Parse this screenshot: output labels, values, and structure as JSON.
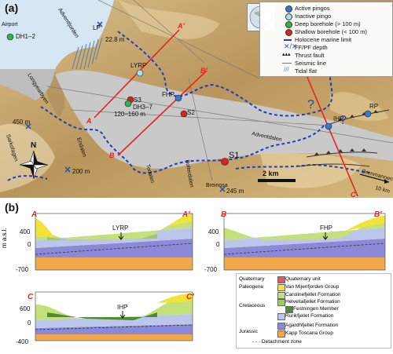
{
  "panel_a": {
    "letter": "(a)",
    "places": {
      "airport": "Airport",
      "adventfjorden": "Adventfjorden",
      "longyearbyen": "Longyearbyen",
      "adventdalen": "Adventdalen",
      "sarkofagen": "Sarkofagen",
      "endalen": "Endalen",
      "todalen": "Todalen",
      "bolterdalen": "Bolterdalen",
      "breinosa": "Breinosa",
      "drenmannen": "Drenmannen"
    },
    "sites": {
      "dh12": "DH1–2",
      "lp": "LP",
      "lp_depth": "22.8 m",
      "lyrp": "LYRP",
      "s3": "S3",
      "dh37": "DH3–7",
      "depth_120_160": "120–160 m",
      "fhp": "FHP",
      "s2": "S2",
      "s1": "S1",
      "ihp": "IHP",
      "rp": "RP",
      "depth_450": "450 m",
      "depth_200": "200 m",
      "depth_245": "245 m"
    },
    "profile_ends": {
      "a": "A",
      "a_prime": "A′",
      "b": "B",
      "b_prime": "B′",
      "c": "C",
      "c_prime": "C′"
    },
    "unknown_mark": "?",
    "north": "N",
    "scale": "2 km",
    "distance_note": "10 km",
    "colors": {
      "active": "#3a78c9",
      "inactive": "#a8e0f0",
      "deep": "#2fb24a",
      "shallow": "#d8241f",
      "marine_limit": "#1f3fbf",
      "seismic": "#7a7a7a",
      "profile": "#e8241c",
      "sea": "#d6e6f2",
      "valley": "#c9c9c9",
      "terrain": "#c7a772"
    }
  },
  "legend": {
    "items": [
      {
        "symbol": "active-pingo",
        "label": "Active pingos"
      },
      {
        "symbol": "inactive-pingo",
        "label": "Inactive pingo"
      },
      {
        "symbol": "deep-borehole",
        "label": "Deep borehole (> 100 m)"
      },
      {
        "symbol": "shallow-borehole",
        "label": "Shallow borehole (< 100 m)"
      },
      {
        "symbol": "marine-limit",
        "label": "Holocene marine limit"
      },
      {
        "symbol": "ff-pf-depth",
        "label": "FF/PF depth"
      },
      {
        "symbol": "thrust-fault",
        "label": "Thrust fault"
      },
      {
        "symbol": "seismic-line",
        "label": "Seismic line"
      },
      {
        "symbol": "tidal-flat",
        "label": "Tidal flat"
      }
    ]
  },
  "panel_b": {
    "letter": "(b)",
    "axis_unit": "m a.s.l.",
    "profiles": [
      {
        "start": "A",
        "end": "A′",
        "pingo": "LYRP",
        "ticks": [
          "400",
          "0",
          "-700"
        ]
      },
      {
        "start": "B",
        "end": "B′",
        "pingo": "FHP",
        "ticks": [
          "400",
          "0",
          "-700"
        ]
      },
      {
        "start": "C",
        "end": "C′",
        "pingo": "IHP",
        "ticks": [
          "600",
          "0",
          "-400"
        ]
      }
    ]
  },
  "stratigraphy": {
    "ages": {
      "quaternary": "Quaternary",
      "paleogene": "Paleogene",
      "cretaceous": "Cretaceous",
      "jurassic": "Jurassic"
    },
    "units": [
      {
        "label": "Quaternary unit",
        "color": "#e85a5a"
      },
      {
        "label": "Van Mijenfjorden Group",
        "color": "#f2e23a"
      },
      {
        "label": "Carolinefjellet Formation",
        "color": "#c4e07a"
      },
      {
        "label": "Helvetiafjellet Formation",
        "color": "#9ccc5c"
      },
      {
        "label": "Festningen Member",
        "color": "#4f8a35"
      },
      {
        "label": "Rurikfjellet Formation",
        "color": "#bcc6ea"
      },
      {
        "label": "Agardhfjellet Formation",
        "color": "#8a8ad8"
      },
      {
        "label": "Kapp Toscana Group",
        "color": "#f2a84a"
      }
    ],
    "detachment": "Detachment zone"
  }
}
